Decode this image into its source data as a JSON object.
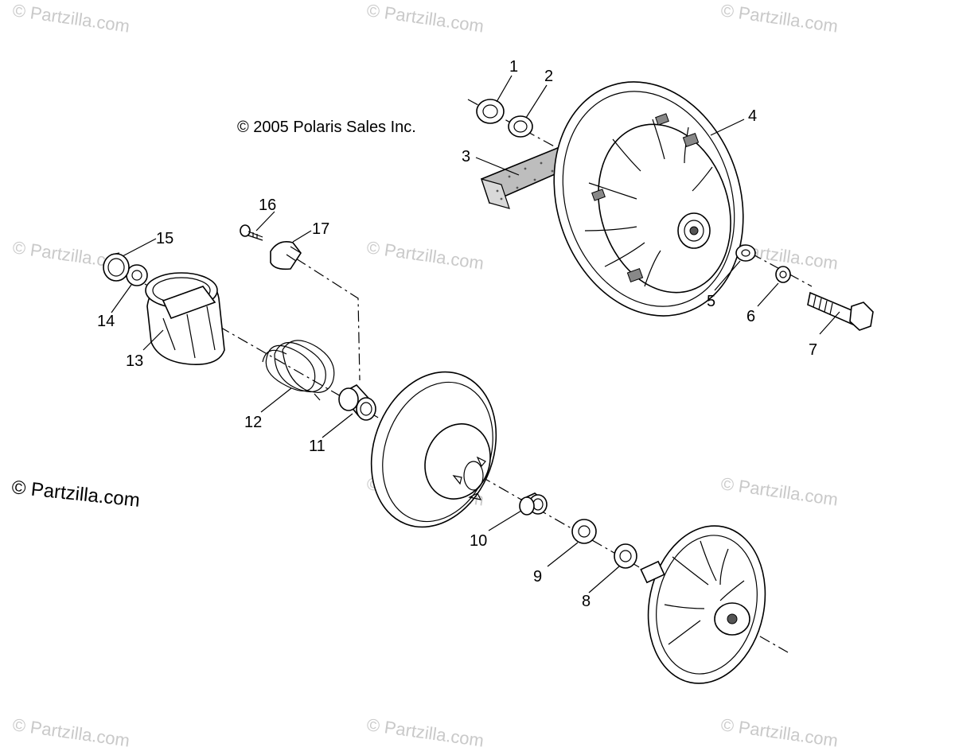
{
  "diagram": {
    "copyright": "© 2005 Polaris Sales Inc.",
    "watermark_text": "© Partzilla.com",
    "main_watermark": "© Partzilla.com",
    "callouts": [
      "1",
      "2",
      "3",
      "4",
      "5",
      "6",
      "7",
      "8",
      "9",
      "10",
      "11",
      "12",
      "13",
      "14",
      "15",
      "16",
      "17"
    ]
  }
}
